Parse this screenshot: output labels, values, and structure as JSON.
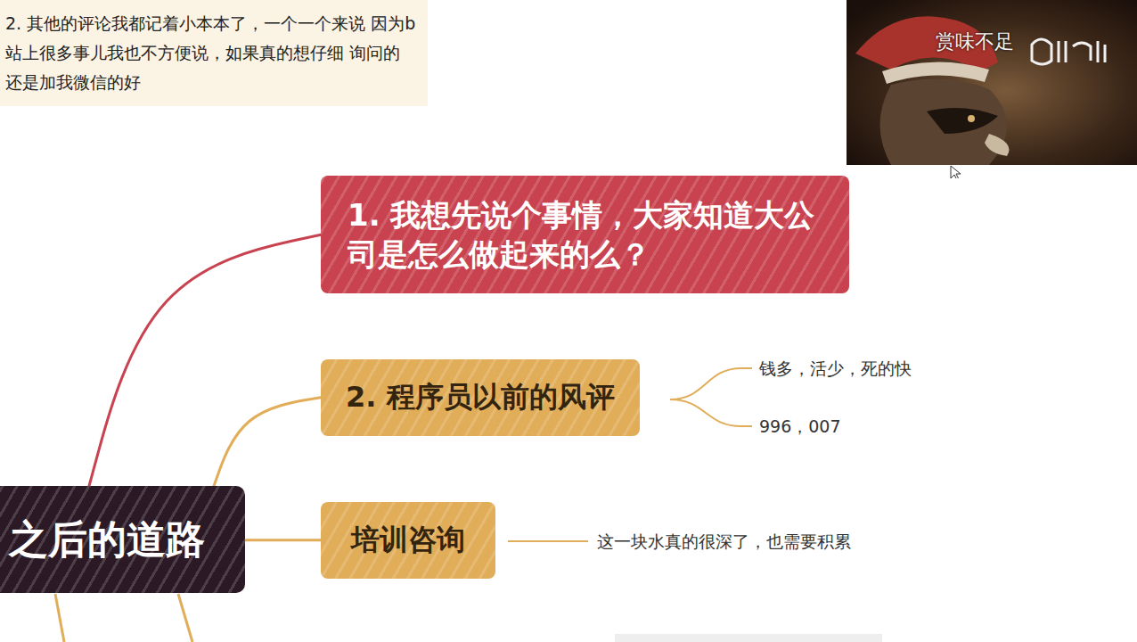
{
  "diagram": {
    "nodes": [
      {
        "text": [
          "2. 其他的评论我都记着小本本了，一个一个来说 因为b站上很多事儿我也不方便说，如果真的想仔细 询问的还是加我微信的好"
        ]
      },
      {
        "text": [
          "1. 我想先说个事情，大家知道大公司是怎么做起来的么？"
        ]
      },
      {
        "text": [
          "2. 程序员以前的风评"
        ]
      },
      {
        "text": [
          "之后的道路"
        ]
      },
      {
        "text": [
          "培训咨询"
        ]
      }
    ],
    "edges": [
      {
        "from": 3,
        "to": 1,
        "arrow": "none"
      },
      {
        "from": 3,
        "to": 2,
        "arrow": "none"
      },
      {
        "from": 3,
        "to": 4,
        "arrow": "none"
      }
    ],
    "labels": [
      "钱多，活少，死的快",
      "996，007",
      "这一块水真的很深了，也需要积累",
      "赏味不足"
    ]
  }
}
